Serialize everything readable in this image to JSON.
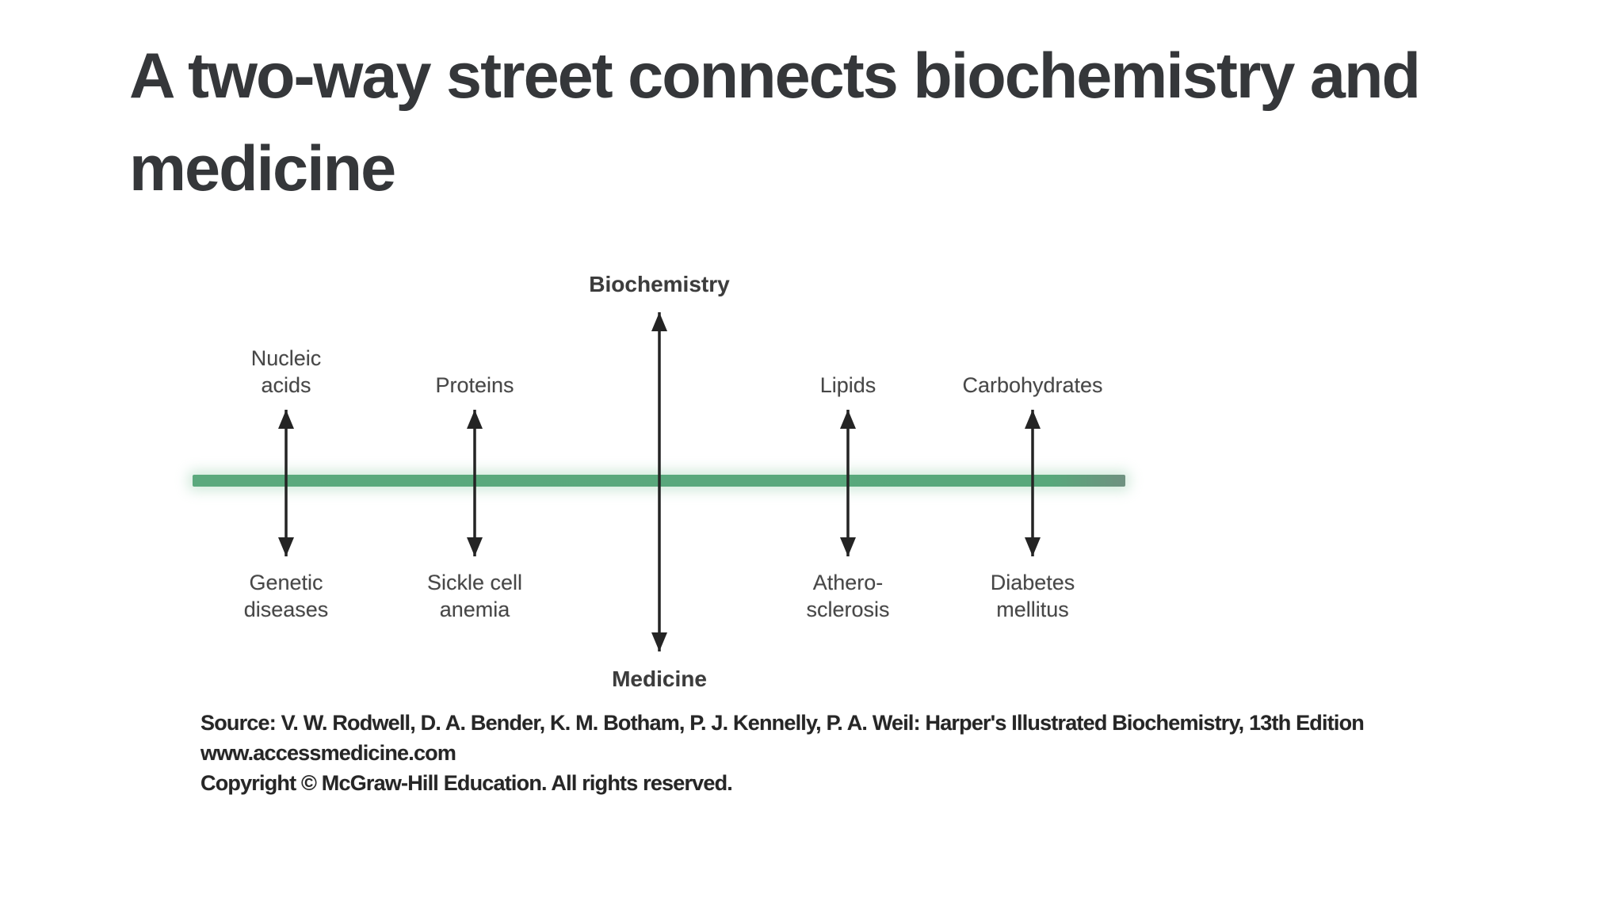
{
  "slide": {
    "title": "A two-way street connects biochemistry and medicine"
  },
  "diagram": {
    "axis_top_label": "Biochemistry",
    "axis_bottom_label": "Medicine",
    "columns": [
      {
        "top": "Nucleic\nacids",
        "bottom": "Genetic\ndiseases"
      },
      {
        "top": "Proteins",
        "bottom": "Sickle cell\nanemia"
      },
      {
        "top": "Lipids",
        "bottom": "Athero-\nsclerosis"
      },
      {
        "top": "Carbohydrates",
        "bottom": "Diabetes\nmellitus"
      }
    ],
    "colors": {
      "street_green": "#58a87b",
      "arrow_black": "#242424",
      "label_gray": "#474747",
      "title_charcoal": "#35373a"
    }
  },
  "source": {
    "line1": "Source: V. W. Rodwell, D. A. Bender, K. M. Botham, P. J. Kennelly, P. A. Weil: Harper's Illustrated Biochemistry, 13th Edition",
    "line2": "www.accessmedicine.com",
    "line3": "Copyright © McGraw-Hill Education. All rights reserved."
  }
}
